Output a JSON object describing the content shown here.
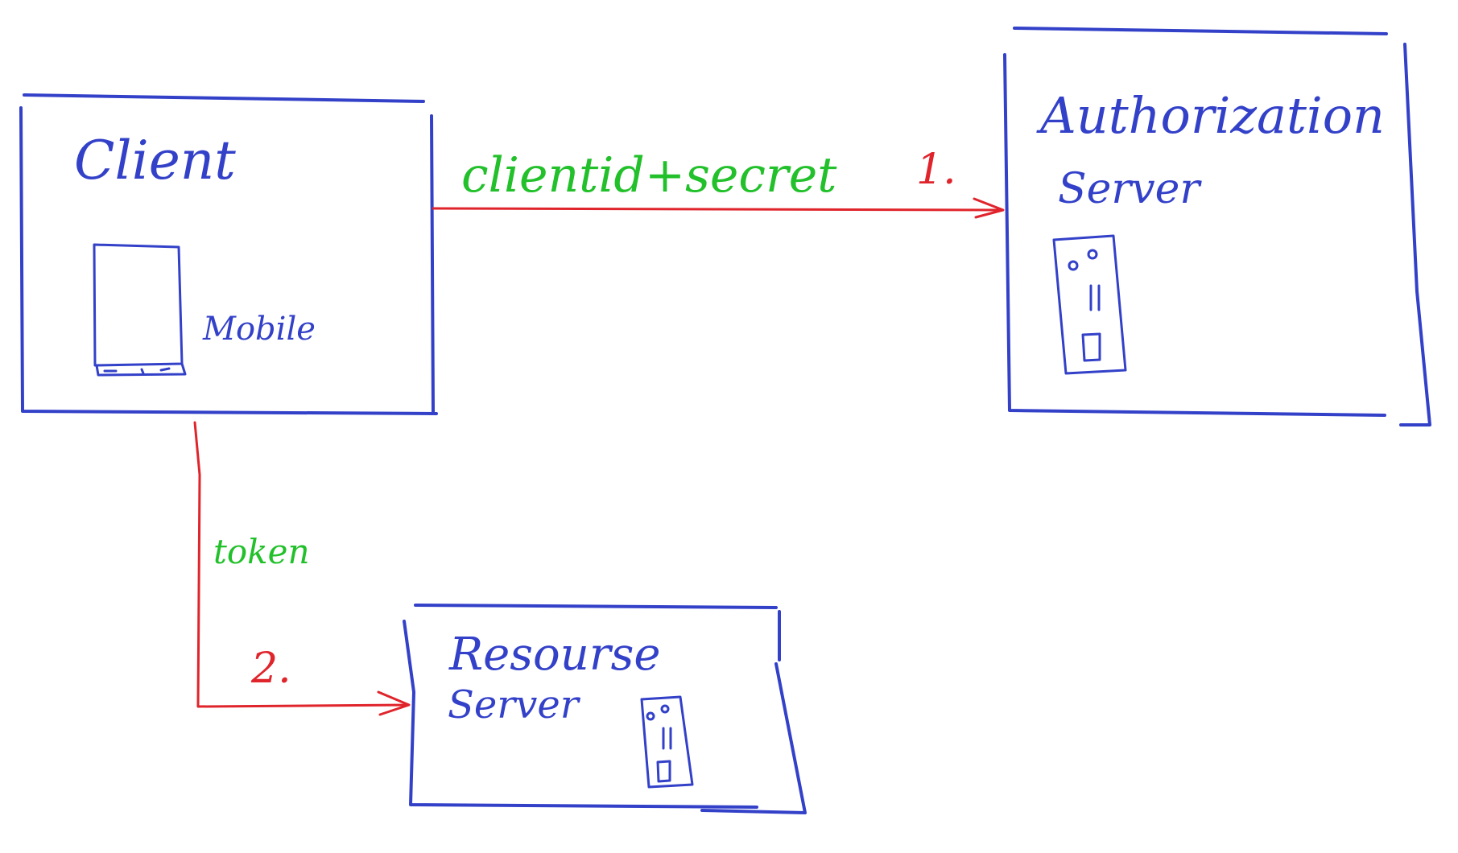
{
  "nodes": {
    "client": {
      "title": "Client",
      "device_label": "Mobile"
    },
    "auth_server": {
      "title_line1": "Authorization",
      "title_line2": "Server"
    },
    "resource_server": {
      "title_line1": "Resourse",
      "title_line2": "Server"
    }
  },
  "edges": {
    "client_to_auth": {
      "label": "clientid+secret",
      "step": "1."
    },
    "client_to_resource": {
      "label": "token",
      "step": "2."
    }
  },
  "colors": {
    "box_ink": "#3341c9",
    "arrow_ink": "#e0242b",
    "edge_label_ink": "#22c02a"
  }
}
